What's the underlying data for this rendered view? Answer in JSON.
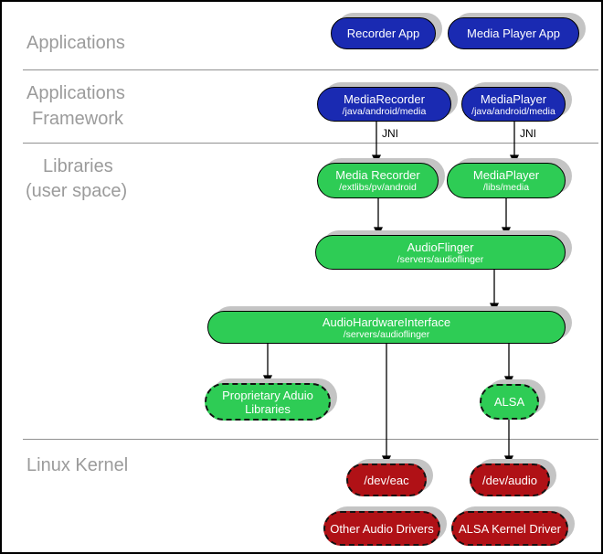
{
  "sections": {
    "applications": {
      "label": "Applications"
    },
    "framework": {
      "line1": "Applications",
      "line2": "Framework"
    },
    "libraries": {
      "line1": "Libraries",
      "line2": "(user space)"
    },
    "kernel": {
      "label": "Linux Kernel"
    }
  },
  "nodes": {
    "recorder_app": {
      "title": "Recorder App"
    },
    "media_player_app": {
      "title": "Media Player App"
    },
    "media_recorder_fw": {
      "title": "MediaRecorder",
      "subtitle": "/java/android/media"
    },
    "media_player_fw": {
      "title": "MediaPlayer",
      "subtitle": "/java/android/media"
    },
    "media_recorder_lib": {
      "title": "Media Recorder",
      "subtitle": "/extlibs/pv/android"
    },
    "media_player_lib": {
      "title": "MediaPlayer",
      "subtitle": "/libs/media"
    },
    "audio_flinger": {
      "title": "AudioFlinger",
      "subtitle": "/servers/audioflinger"
    },
    "audio_hw_interface": {
      "title": "AudioHardwareInterface",
      "subtitle": "/servers/audioflinger"
    },
    "proprietary_audio": {
      "title": "Proprietary Aduio Libraries"
    },
    "alsa": {
      "title": "ALSA"
    },
    "dev_eac": {
      "title": "/dev/eac"
    },
    "dev_audio": {
      "title": "/dev/audio"
    },
    "other_audio_drivers": {
      "title": "Other Audio Drivers"
    },
    "alsa_kernel_driver": {
      "title": "ALSA Kernel Driver"
    }
  },
  "edges": {
    "jni_left": {
      "label": "JNI"
    },
    "jni_right": {
      "label": "JNI"
    }
  },
  "colors": {
    "app_blue": "#1a2ab2",
    "lib_green": "#2ecc55",
    "kernel_red": "#b01116",
    "shadow_gray": "#c4c4c4",
    "section_label_gray": "#9b9b9b"
  }
}
